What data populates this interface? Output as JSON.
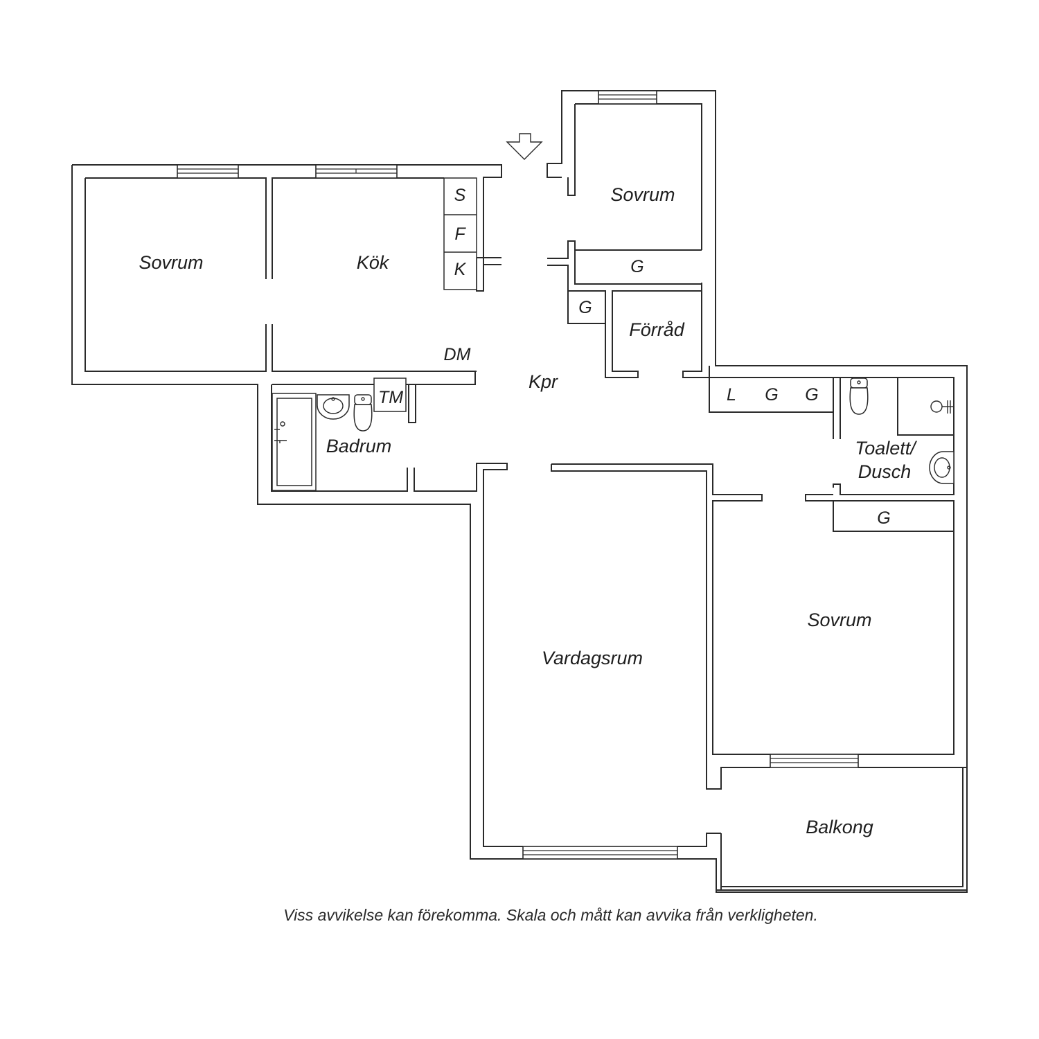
{
  "rooms": {
    "sovrum_1": "Sovrum",
    "kok": "Kök",
    "sovrum_2": "Sovrum",
    "forrad": "Förråd",
    "kpr": "Kpr",
    "badrum": "Badrum",
    "toalett_line1": "Toalett/",
    "toalett_line2": "Dusch",
    "vardagsrum": "Vardagsrum",
    "sovrum_3": "Sovrum",
    "balkong": "Balkong"
  },
  "fixtures": {
    "freezer": "S",
    "fridge": "F",
    "stove": "K",
    "dishwasher": "DM",
    "dryer": "TM",
    "wardrobe_1": "G",
    "wardrobe_2": "G",
    "linen": "L",
    "wardrobe_3": "G",
    "wardrobe_4": "G",
    "wardrobe_5": "G"
  },
  "disclaimer": "Viss avvikelse kan förekomma. Skala och mått kan avvika från verkligheten.",
  "icons": [
    "entrance-arrow-icon",
    "window-icon",
    "sink-icon",
    "toilet-icon",
    "shower-icon",
    "bathtub-icon"
  ]
}
